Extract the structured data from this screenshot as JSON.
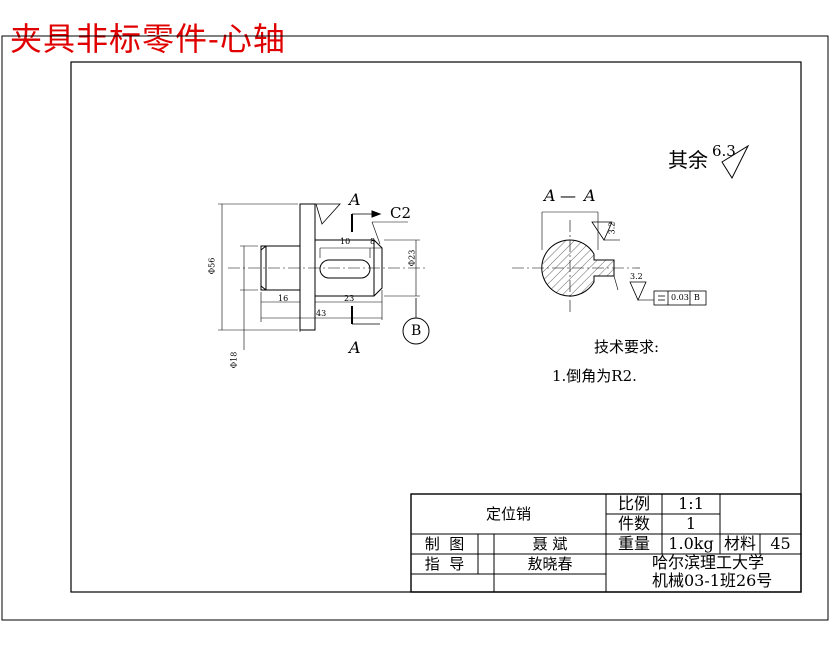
{
  "header_title": "夹具非标零件-心轴",
  "drawing": {
    "roughness_note": {
      "label": "其余",
      "value": "6.3"
    },
    "section_label": {
      "left": "A",
      "dash": "—",
      "right": "A"
    },
    "section_marks": {
      "top": "A",
      "bottom": "A"
    },
    "chamfer": "C2",
    "datum": "B",
    "roughness_small": "3.2",
    "dims": {
      "len_10": "10",
      "len_8": "8",
      "len_16": "16",
      "len_23": "23",
      "len_43": "43",
      "dia_56": "Φ56",
      "dia_right": "Φ23",
      "dia_left": "Φ18",
      "key_depth": "3.2",
      "tolerance": "0.03",
      "tolerance_datum": "B"
    },
    "tech_req": {
      "title": "技术要求:",
      "item": "1.倒角为R2."
    }
  },
  "title_block": {
    "part_name": "定位销",
    "scale_label": "比例",
    "scale_value": "1:1",
    "qty_label": "件数",
    "qty_value": "1",
    "drawn_label": "制  图",
    "drawn_by": "聂 斌",
    "guide_label": "指  导",
    "guide_by": "敖晓春",
    "weight_label": "重量",
    "weight_value": "1.0kg",
    "material_label": "材料",
    "material_value": "45",
    "school": "哈尔滨理工大学",
    "class_info": "机械03-1班26号"
  }
}
